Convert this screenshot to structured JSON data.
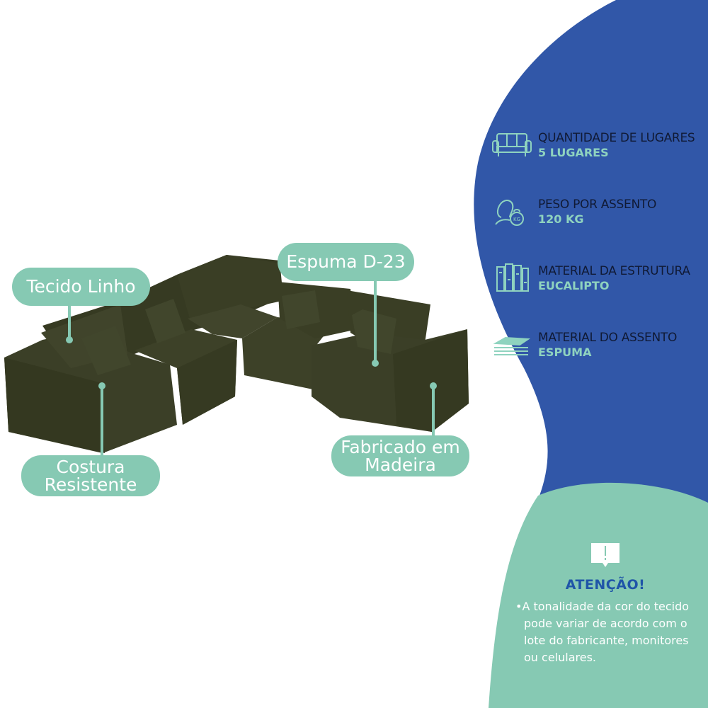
{
  "specs": [
    {
      "icon": "sofa-icon",
      "label": "QUANTIDADE DE LUGARES",
      "value": "5 LUGARES"
    },
    {
      "icon": "weight-person-icon",
      "label": "PESO POR ASSENTO",
      "value": "120 KG"
    },
    {
      "icon": "wood-structure-icon",
      "label": "MATERIAL DA ESTRUTURA",
      "value": "EUCALIPTO"
    },
    {
      "icon": "foam-layers-icon",
      "label": "MATERIAL DO ASSENTO",
      "value": "ESPUMA"
    }
  ],
  "callouts": {
    "tecido": "Tecido Linho",
    "espuma": "Espuma D-23",
    "costura_1": "Costura",
    "costura_2": "Resistente",
    "madeira_1": "Fabricado em",
    "madeira_2": "Madeira"
  },
  "warning": {
    "icon": "alert-speech-icon",
    "title": "ATENÇÃO!",
    "bullet": "•",
    "text": "A tonalidade da cor do tecido pode variar de acordo com o lote do fabricante, monitores ou celulares."
  },
  "colors": {
    "blue_panel": "#3157a8",
    "teal": "#86c9b3",
    "sofa": "#3b3f27",
    "dark_text": "#101a35",
    "title_blue": "#1f55a8"
  }
}
